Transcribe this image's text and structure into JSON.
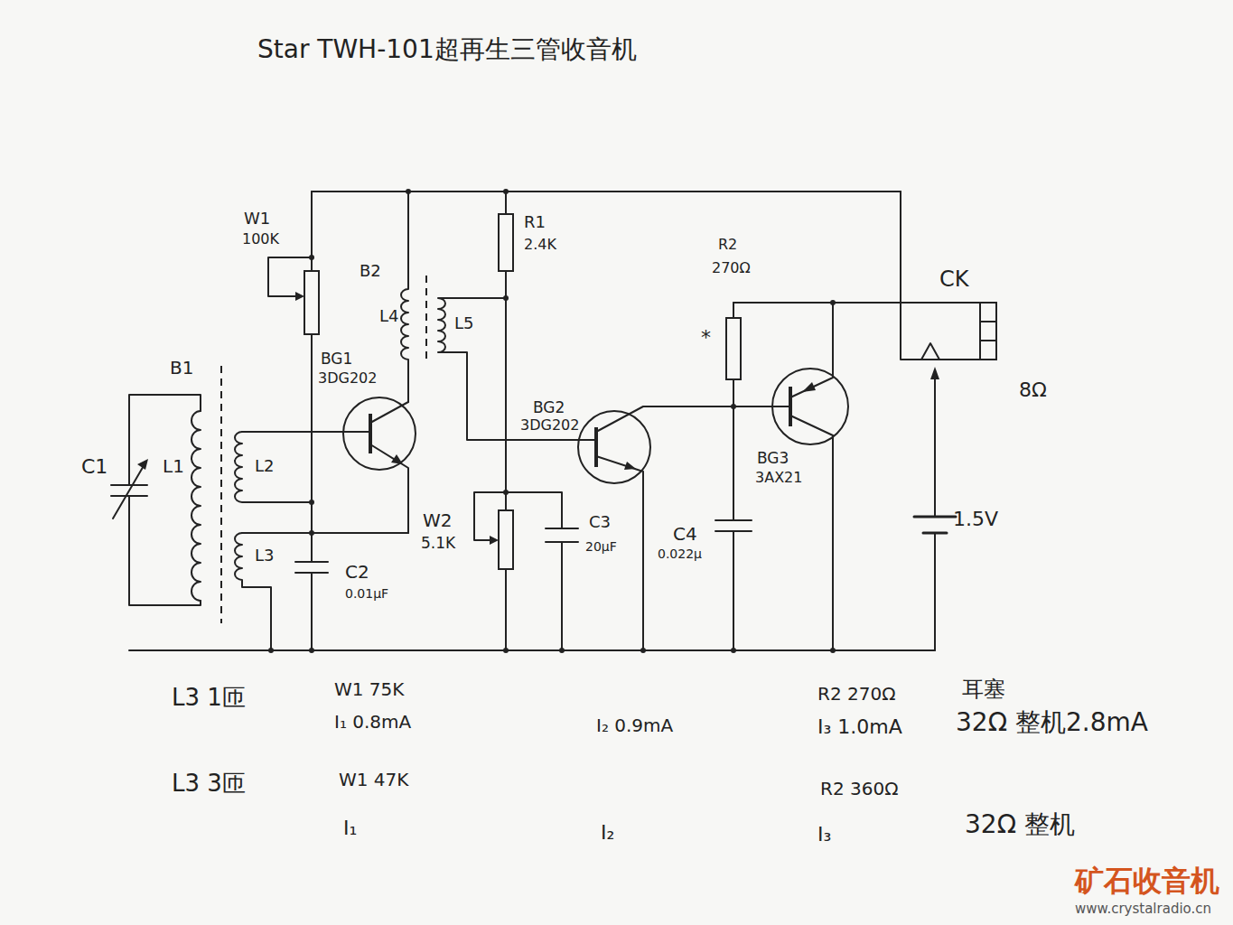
{
  "diagram": {
    "title": "Star TWH-101超再生三管收音机",
    "labels": [
      "W1",
      "100K",
      "B2",
      "R1",
      "2.4K",
      "R2",
      "270Ω",
      "CK",
      "L4",
      "L5",
      "*",
      "BG1",
      "3DG202",
      "B1",
      "8Ω",
      "C1",
      "L1",
      "L2",
      "BG2",
      "3DG202",
      "BG3",
      "3AX21",
      "1.5V",
      "L3",
      "W2",
      "5.1K",
      "C3",
      "20μF",
      "C4",
      "0.022μ",
      "C2",
      "0.01μF",
      "L3 1匝",
      "W1 75K",
      "I₁ 0.8mA",
      "I₂ 0.9mA",
      "R2 270Ω",
      "I₃ 1.0mA",
      "耳塞",
      "32Ω 整机2.8mA",
      "L3 3匝",
      "W1 47K",
      "R2 360Ω",
      "I₁",
      "I₂",
      "I₃",
      "32Ω 整机",
      "矿石收音机",
      "www.crystalradio.cn"
    ]
  }
}
